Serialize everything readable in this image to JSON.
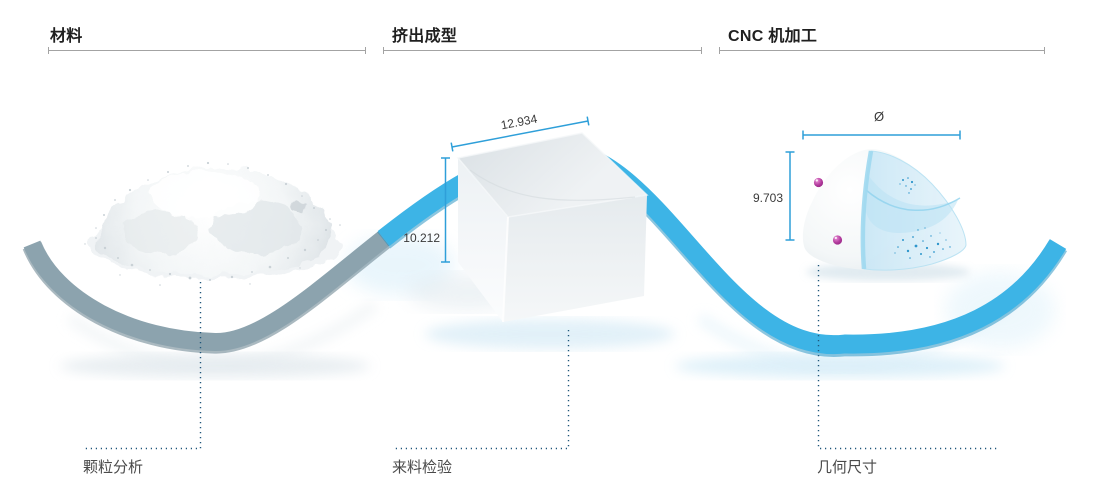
{
  "stages": [
    {
      "id": "material",
      "title": "材料",
      "caption": "颗粒分析"
    },
    {
      "id": "extrusion",
      "title": "挤出成型",
      "caption": "来料检验",
      "dimensions": {
        "width": "12.934",
        "height": "10.212"
      }
    },
    {
      "id": "cnc",
      "title": "CNC 机加工",
      "caption": "几何尺寸",
      "dimensions": {
        "diameter_symbol": "Ø",
        "height": "9.703"
      }
    }
  ],
  "colors": {
    "ribbon_gray": "#8ca3ae",
    "ribbon_blue": "#3db4e6",
    "dimension_line_blue": "#2e9fd9",
    "leader_dotted_blue": "#1f567a",
    "pin_magenta": "#a82a96",
    "header_rule_gray": "#a3a3a3",
    "title_text": "#1f1f1f",
    "caption_text": "#4a4a4a"
  }
}
